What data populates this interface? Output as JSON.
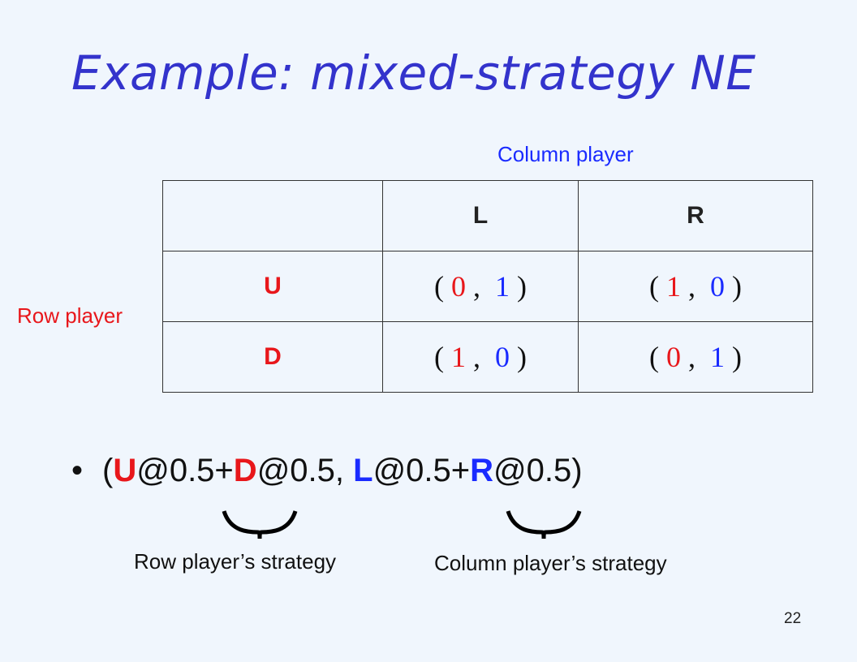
{
  "slide": {
    "title": "Example: mixed-strategy NE",
    "column_player_label": "Column player",
    "row_player_label": "Row player",
    "page_number": "22"
  },
  "table": {
    "col_headers": [
      "L",
      "R"
    ],
    "rows": [
      {
        "label": "U",
        "cells": [
          {
            "row_payoff": "0",
            "col_payoff": "1"
          },
          {
            "row_payoff": "1",
            "col_payoff": "0"
          }
        ]
      },
      {
        "label": "D",
        "cells": [
          {
            "row_payoff": "1",
            "col_payoff": "0"
          },
          {
            "row_payoff": "0",
            "col_payoff": "1"
          }
        ]
      }
    ]
  },
  "bullet": {
    "open": "(",
    "row_first": "U",
    "row_first_prob": "@0.5+",
    "row_second": "D",
    "row_second_prob": "@0.5, ",
    "col_first": "L",
    "col_first_prob": "@0.5+",
    "col_second": "R",
    "col_second_prob": "@0.5)"
  },
  "annotations": {
    "row_strategy": "Row player’s strategy",
    "col_strategy": "Column player’s strategy"
  },
  "colors": {
    "title": "#3333cc",
    "row_player": "#e8171b",
    "column_player": "#1a2bff",
    "background": "#f0f6fd"
  }
}
